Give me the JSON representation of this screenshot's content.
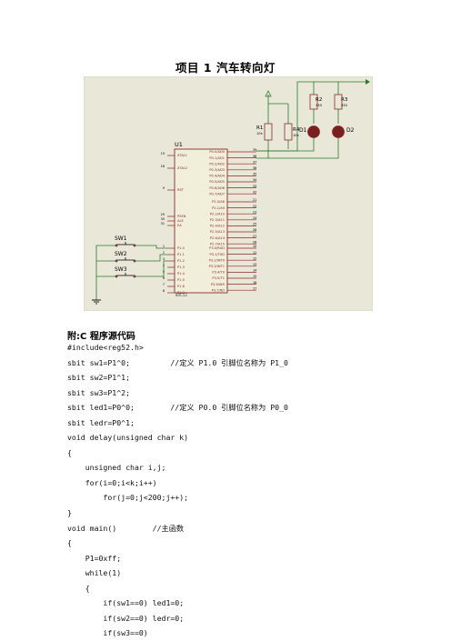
{
  "title": "项目 1  汽车转向灯",
  "schematic": {
    "chip_ref": "U1",
    "chip_part": "80C52",
    "left_pins": [
      {
        "num": "19",
        "name": "XTAL1"
      },
      {
        "num": "18",
        "name": "XTAL2"
      },
      {
        "num": "9",
        "name": "RST"
      },
      {
        "num": "29",
        "name": "PSEN"
      },
      {
        "num": "30",
        "name": "ALE"
      },
      {
        "num": "31",
        "name": "EA"
      },
      {
        "num": "1",
        "name": "P1.0"
      },
      {
        "num": "2",
        "name": "P1.1"
      },
      {
        "num": "3",
        "name": "P1.2"
      },
      {
        "num": "4",
        "name": "P1.3"
      },
      {
        "num": "5",
        "name": "P1.4"
      },
      {
        "num": "6",
        "name": "P1.5"
      },
      {
        "num": "7",
        "name": "P1.6"
      },
      {
        "num": "8",
        "name": "P1.7"
      }
    ],
    "right_pins_p0": [
      {
        "num": "39",
        "name": "P0.0/AD0"
      },
      {
        "num": "38",
        "name": "P0.1/AD1"
      },
      {
        "num": "37",
        "name": "P0.2/AD2"
      },
      {
        "num": "36",
        "name": "P0.3/AD3"
      },
      {
        "num": "35",
        "name": "P0.4/AD4"
      },
      {
        "num": "34",
        "name": "P0.5/AD5"
      },
      {
        "num": "33",
        "name": "P0.6/AD6"
      },
      {
        "num": "32",
        "name": "P0.7/AD7"
      }
    ],
    "right_pins_p2": [
      {
        "num": "21",
        "name": "P2.0/A8"
      },
      {
        "num": "22",
        "name": "P2.1/A9"
      },
      {
        "num": "23",
        "name": "P2.2/A10"
      },
      {
        "num": "24",
        "name": "P2.3/A11"
      },
      {
        "num": "25",
        "name": "P2.4/A12"
      },
      {
        "num": "26",
        "name": "P2.5/A13"
      },
      {
        "num": "27",
        "name": "P2.6/A14"
      },
      {
        "num": "28",
        "name": "P2.7/A15"
      }
    ],
    "right_pins_p3": [
      {
        "num": "10",
        "name": "P3.0/RXD"
      },
      {
        "num": "11",
        "name": "P3.1/TXD"
      },
      {
        "num": "12",
        "name": "P3.2/INT0"
      },
      {
        "num": "13",
        "name": "P3.3/INT1"
      },
      {
        "num": "14",
        "name": "P3.4/T0"
      },
      {
        "num": "15",
        "name": "P3.5/T1"
      },
      {
        "num": "16",
        "name": "P3.6/WR"
      },
      {
        "num": "17",
        "name": "P3.7/RD"
      }
    ],
    "switches": [
      "SW1",
      "SW2",
      "SW3"
    ],
    "resistors": [
      {
        "ref": "R1",
        "value": "10k"
      },
      {
        "ref": "R4",
        "value": "10k"
      },
      {
        "ref": "R2",
        "value": "330"
      },
      {
        "ref": "R3",
        "value": "330"
      }
    ],
    "leds": [
      "D1",
      "D2"
    ]
  },
  "code_title": "附:C 程序源代码",
  "code_lines": [
    "#include<reg52.h>",
    "sbit sw1=P1^0;         //定义 P1.0 引脚位名称为 P1_0",
    "sbit sw2=P1^1;",
    "sbit sw3=P1^2;",
    "sbit led1=P0^0;        //定义 P0.0 引脚位名称为 P0_0",
    "sbit ledr=P0^1;",
    "void delay(unsigned char k)",
    "{",
    "    unsigned char i,j;",
    "    for(i=0;i<k;i++)",
    "        for(j=0;j<200;j++);",
    "}",
    "void main()        //主函数",
    "{",
    "    P1=0xff;",
    "    while(1)",
    "    {",
    "        if(sw1==0) led1=0;",
    "        if(sw2==0) ledr=0;",
    "        if(sw3==0)"
  ]
}
